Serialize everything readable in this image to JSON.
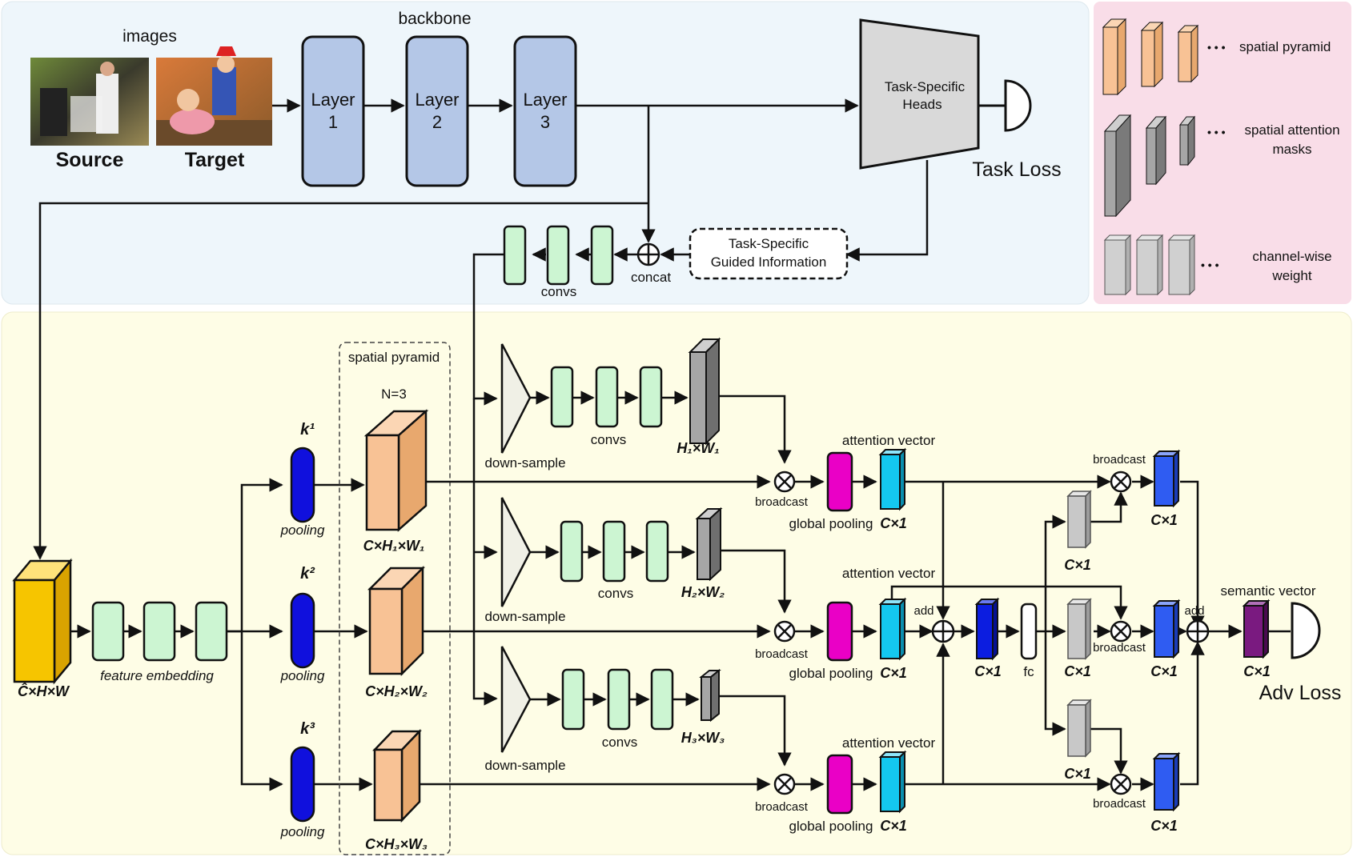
{
  "backbone": {
    "title": "backbone",
    "images_title": "images",
    "source_label": "Source",
    "target_label": "Target",
    "layers": [
      {
        "line1": "Layer",
        "line2": "1"
      },
      {
        "line1": "Layer",
        "line2": "2"
      },
      {
        "line1": "Layer",
        "line2": "3"
      }
    ],
    "heads_line1": "Task-Specific",
    "heads_line2": "Heads",
    "task_loss": "Task Loss",
    "guided_line1": "Task-Specific",
    "guided_line2": "Guided Information",
    "concat": "concat",
    "convs": "convs"
  },
  "legend": {
    "spatial_pyramid": "spatial pyramid",
    "spatial_attention_line1": "spatial attention",
    "spatial_attention_line2": "masks",
    "channel_line1": "channel-wise",
    "channel_line2": "weight",
    "dots": "• • •"
  },
  "module": {
    "feature_dims": "Ĉ×H×W",
    "feature_embedding": "feature embedding",
    "spatial_pyramid": "spatial pyramid",
    "n_levels": "N=3",
    "pooling": "pooling",
    "k_labels": [
      "k¹",
      "k²",
      "k³"
    ],
    "pyramid_dims": [
      "C×H₁×W₁",
      "C×H₂×W₂",
      "C×H₃×W₃"
    ],
    "down_sample": "down-sample",
    "convs": "convs",
    "mask_dims": [
      "H₁×W₁",
      "H₂×W₂",
      "H₃×W₃"
    ],
    "broadcast": "broadcast",
    "global_pooling": "global pooling",
    "attention_vector": "attention vector",
    "cx1": "C×1",
    "add": "add",
    "fc": "fc",
    "semantic_vector": "semantic vector",
    "adv_loss": "Adv Loss"
  },
  "colors": {
    "top_panel": "#eef6fb",
    "legend_panel": "#f9dde8",
    "bottom_panel": "#fefde6",
    "layer_block": "#b4c7e7",
    "conv_block": "#ccf5d2",
    "pyramid_block": "#f8c295",
    "feature_block": "#f6c500",
    "pooling_block": "#1010dd",
    "mask_block": "#a6a6a6",
    "global_pool_block": "#ea00c6",
    "attention_block": "#14c8f0",
    "weighted_block": "#2f5cf2",
    "fused_block": "#0c1de0",
    "semantic_block": "#7a1a80"
  }
}
